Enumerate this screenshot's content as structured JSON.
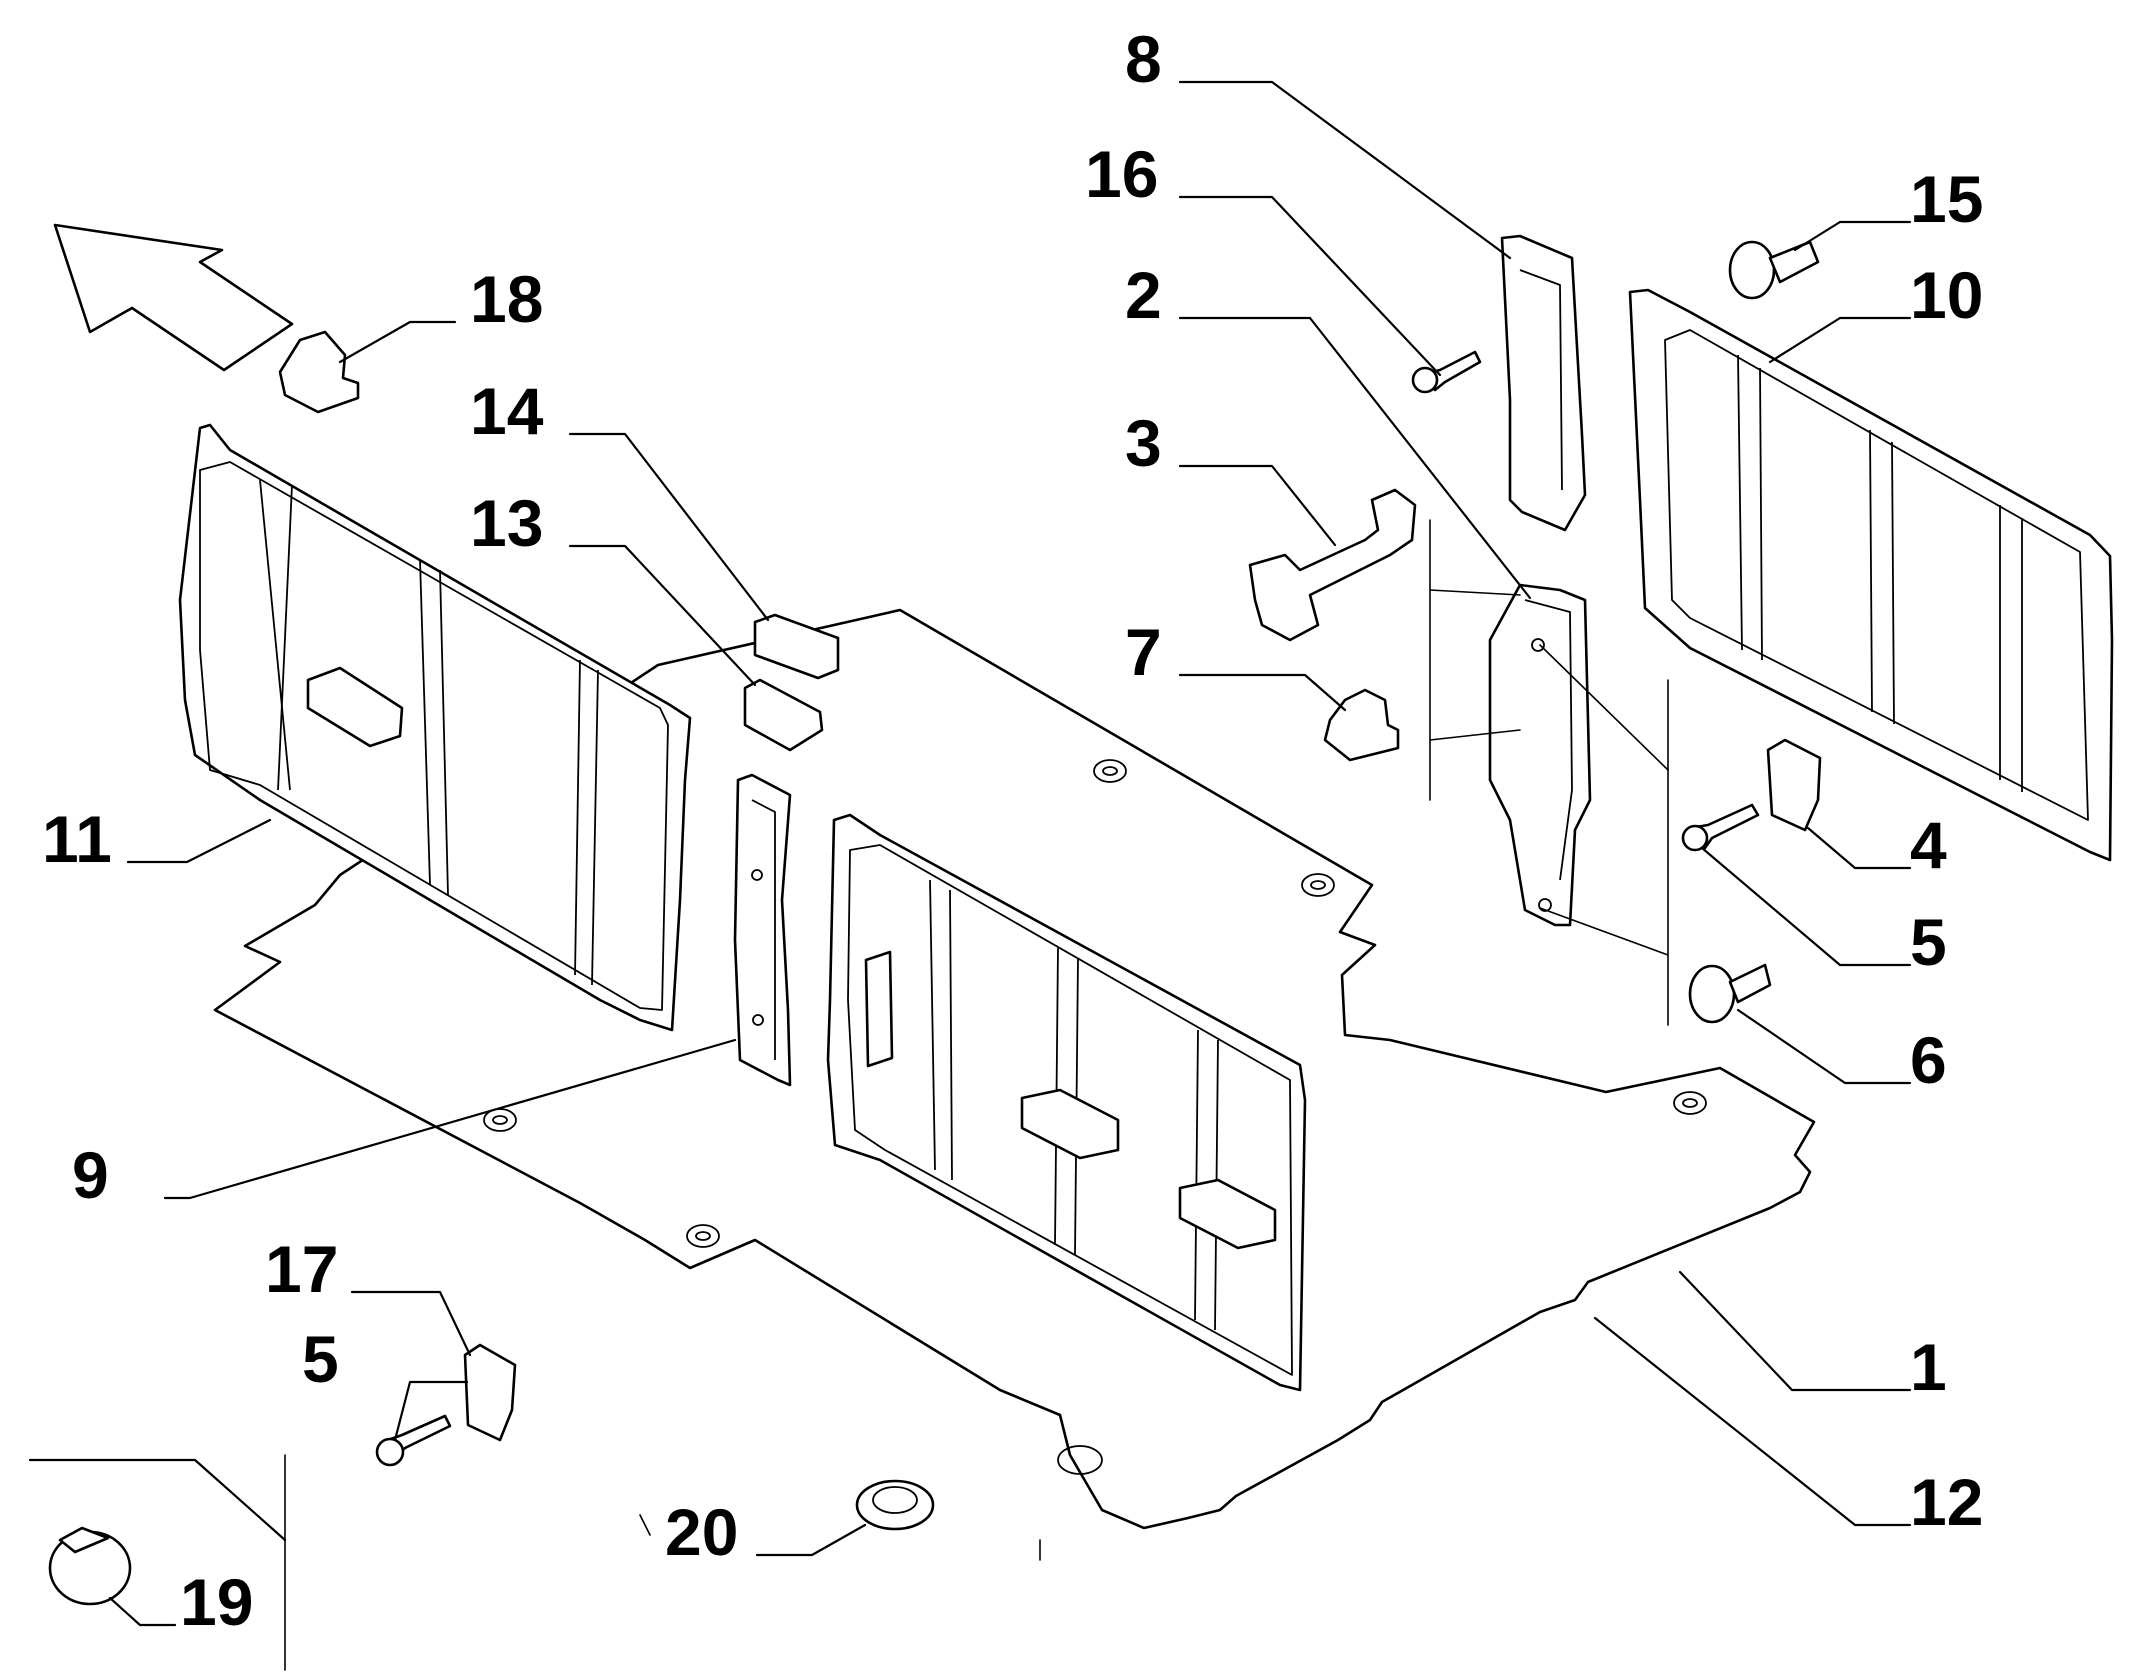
{
  "diagram": {
    "callouts": [
      {
        "id": "c1",
        "label": "1"
      },
      {
        "id": "c2",
        "label": "2"
      },
      {
        "id": "c3",
        "label": "3"
      },
      {
        "id": "c4",
        "label": "4"
      },
      {
        "id": "c5a",
        "label": "5"
      },
      {
        "id": "c5b",
        "label": "5"
      },
      {
        "id": "c6",
        "label": "6"
      },
      {
        "id": "c7",
        "label": "7"
      },
      {
        "id": "c8",
        "label": "8"
      },
      {
        "id": "c9",
        "label": "9"
      },
      {
        "id": "c10",
        "label": "10"
      },
      {
        "id": "c11",
        "label": "11"
      },
      {
        "id": "c12",
        "label": "12"
      },
      {
        "id": "c13",
        "label": "13"
      },
      {
        "id": "c14",
        "label": "14"
      },
      {
        "id": "c15",
        "label": "15"
      },
      {
        "id": "c16",
        "label": "16"
      },
      {
        "id": "c17",
        "label": "17"
      },
      {
        "id": "c18",
        "label": "18"
      },
      {
        "id": "c19",
        "label": "19"
      },
      {
        "id": "c20",
        "label": "20"
      }
    ]
  }
}
